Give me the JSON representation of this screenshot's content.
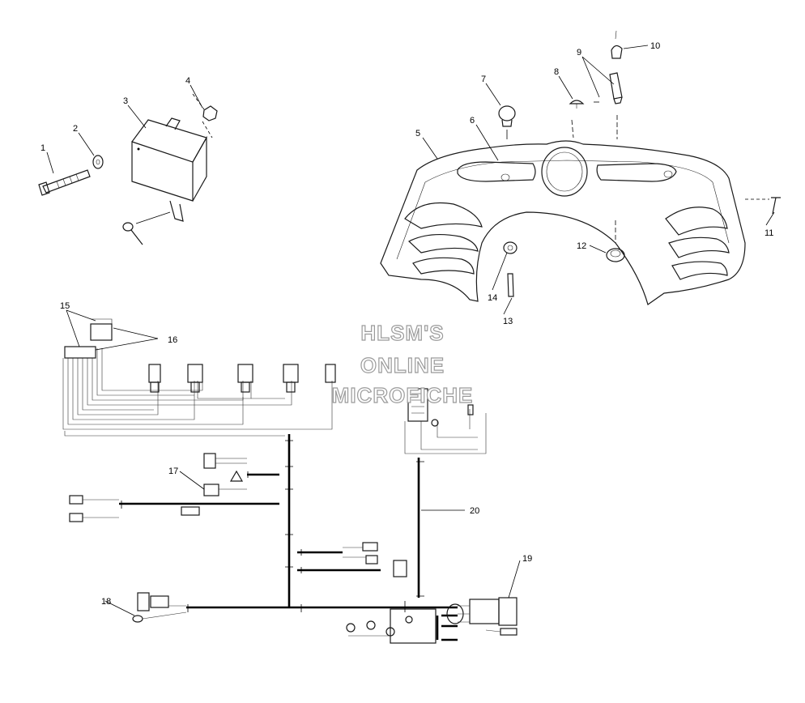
{
  "watermark": {
    "lines": [
      "HLSM'S",
      "ONLINE",
      "MICROFICHE"
    ]
  },
  "callouts": [
    "1",
    "2",
    "3",
    "4",
    "5",
    "6",
    "7",
    "8",
    "9",
    "10",
    "11",
    "12",
    "13",
    "14",
    "15",
    "16",
    "17",
    "18",
    "19",
    "20"
  ]
}
